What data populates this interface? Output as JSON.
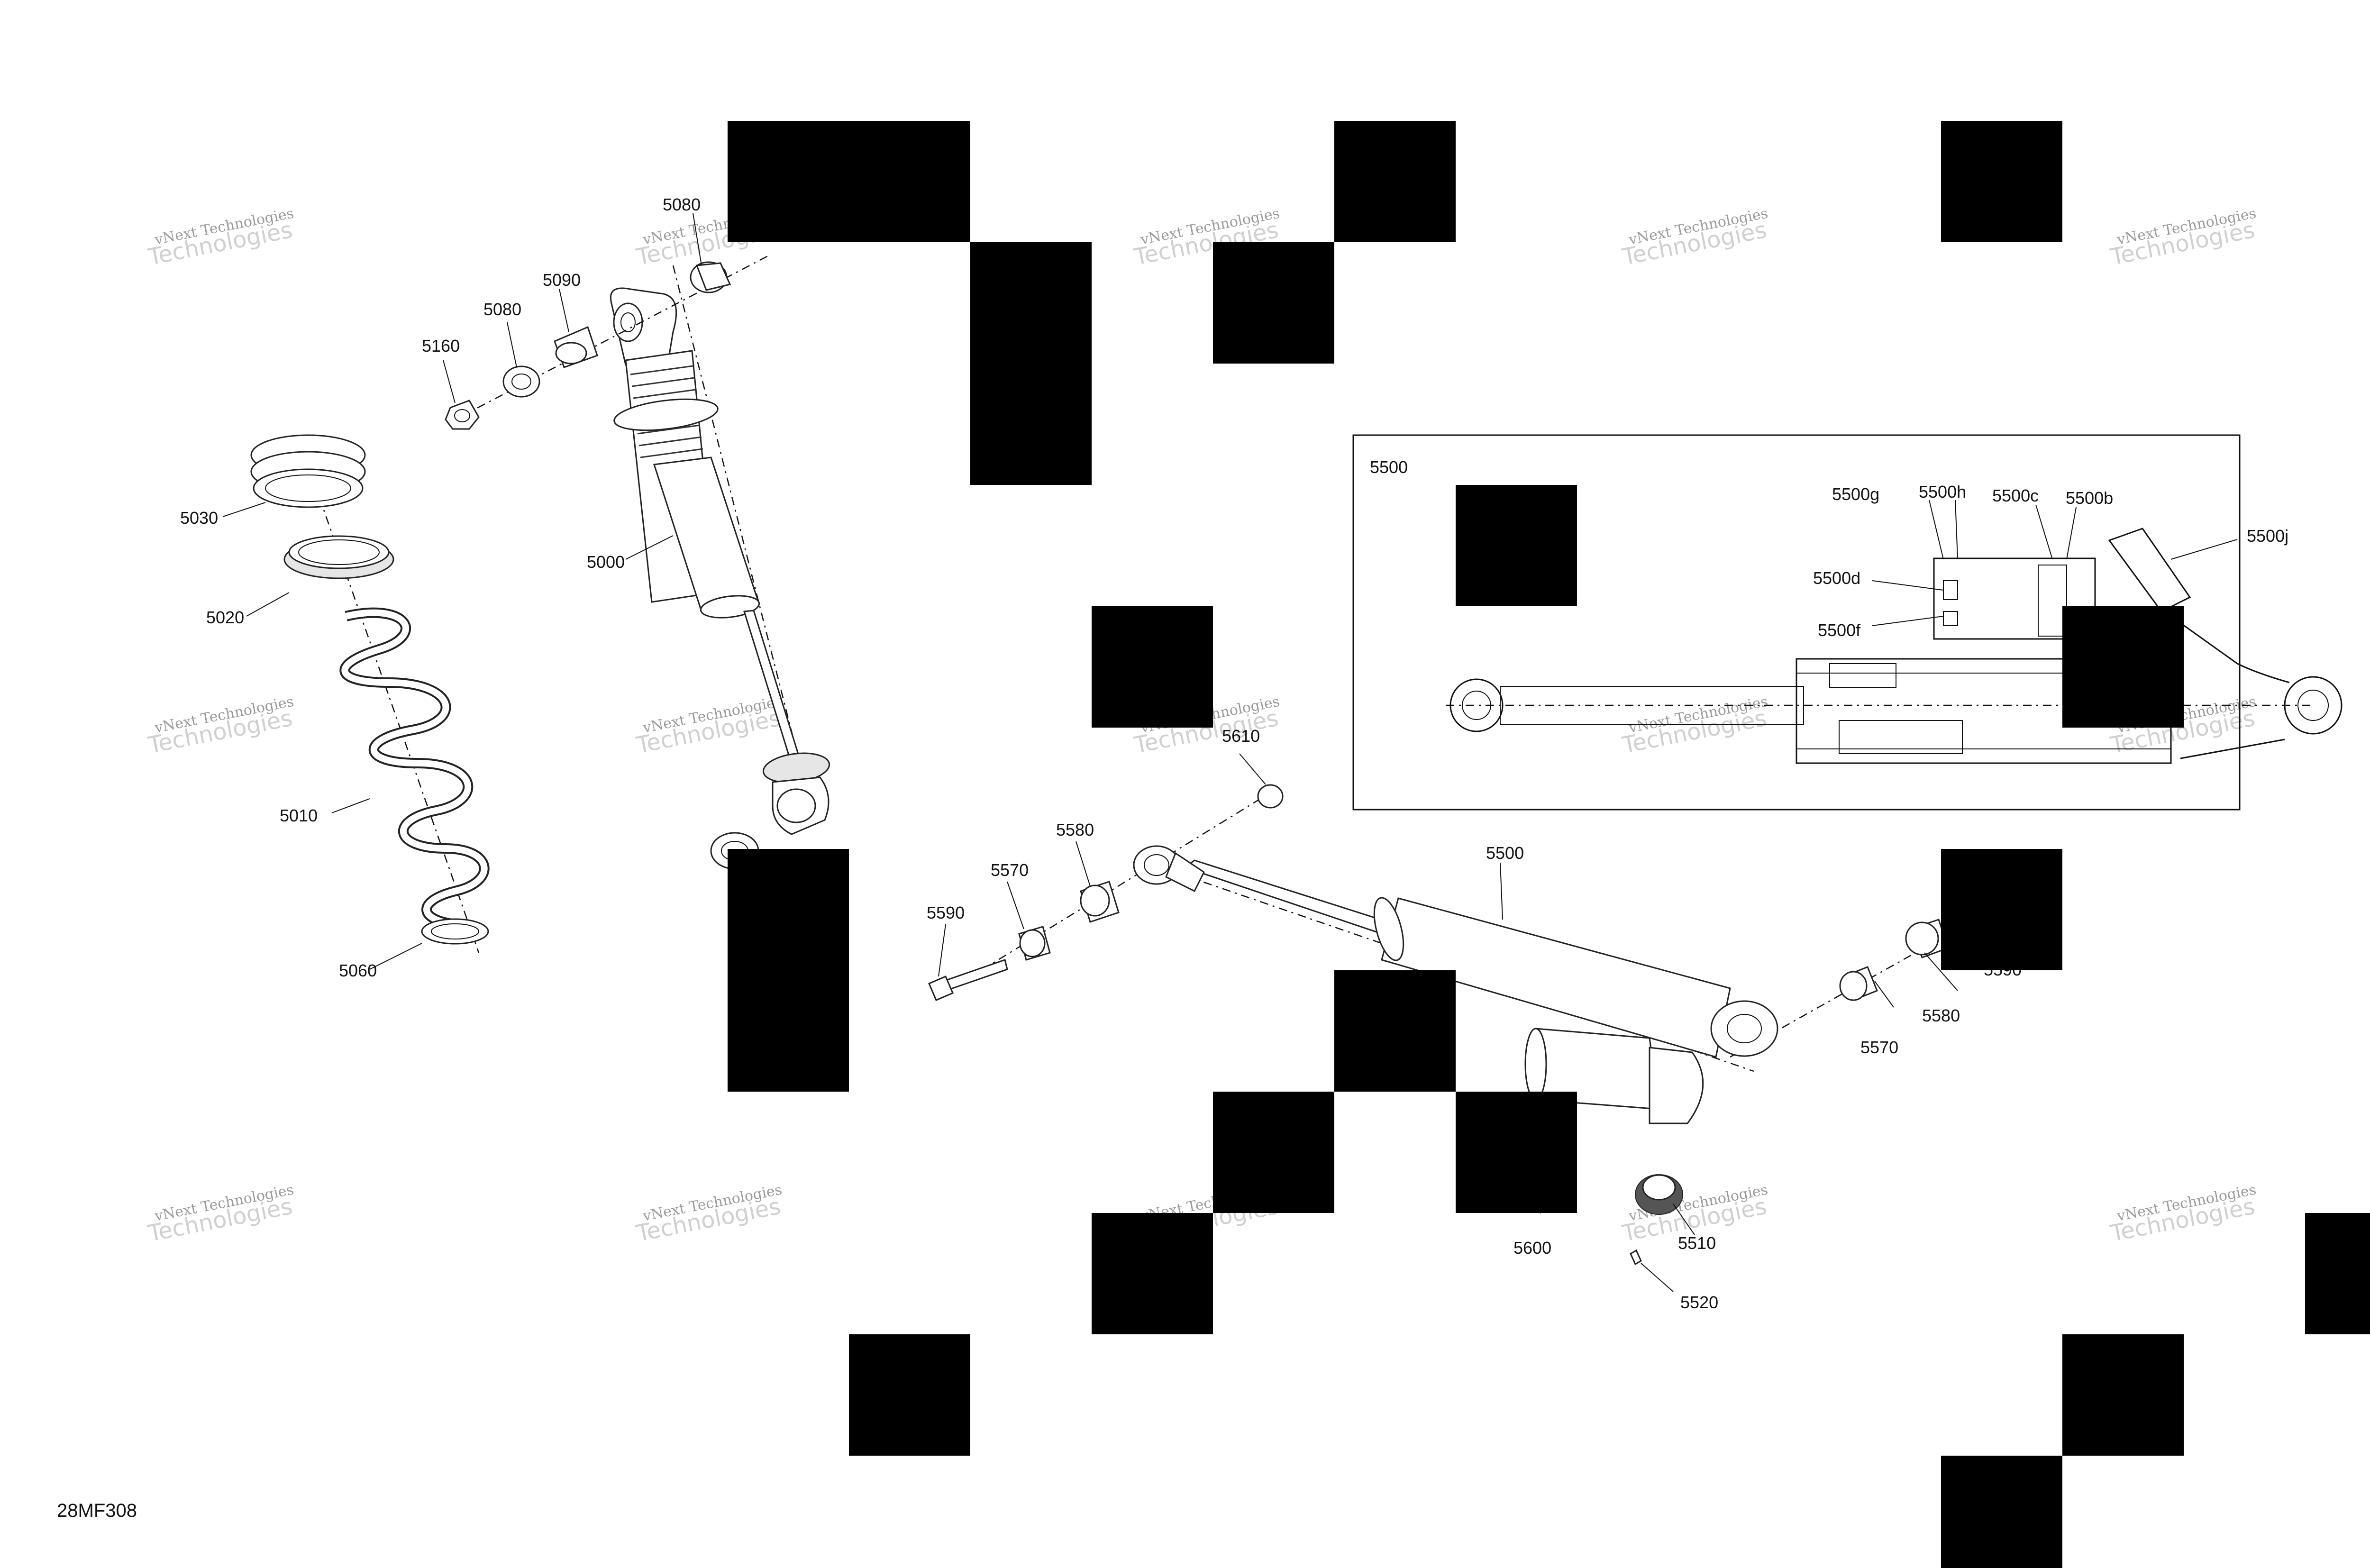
{
  "drawing_id": "28MF308",
  "watermark": {
    "line1": "vNext Technologies",
    "line2": "Technologies"
  },
  "inset": {
    "title": "5500"
  },
  "labels": {
    "p5080a": "5080",
    "p5090": "5090",
    "p5080b": "5080",
    "p5160": "5160",
    "p5030": "5030",
    "p5000": "5000",
    "p5020": "5020",
    "p5010": "5010",
    "p5060": "5060",
    "p5610": "5610",
    "p5580a": "5580",
    "p5570a": "5570",
    "p5590": "5590",
    "p5500": "5500",
    "p5590b": "5590",
    "p5570b": "5570",
    "p5580b": "5580",
    "p5600": "5600",
    "p5510": "5510",
    "p5520": "5520",
    "i5500g": "5500g",
    "i5500h": "5500h",
    "i5500c": "5500c",
    "i5500b": "5500b",
    "i5500j": "5500j",
    "i5500d": "5500d",
    "i5500f": "5500f"
  },
  "colors": {
    "ink": "#111111",
    "redaction": "#000000",
    "watermark": "#9a9a9a"
  }
}
